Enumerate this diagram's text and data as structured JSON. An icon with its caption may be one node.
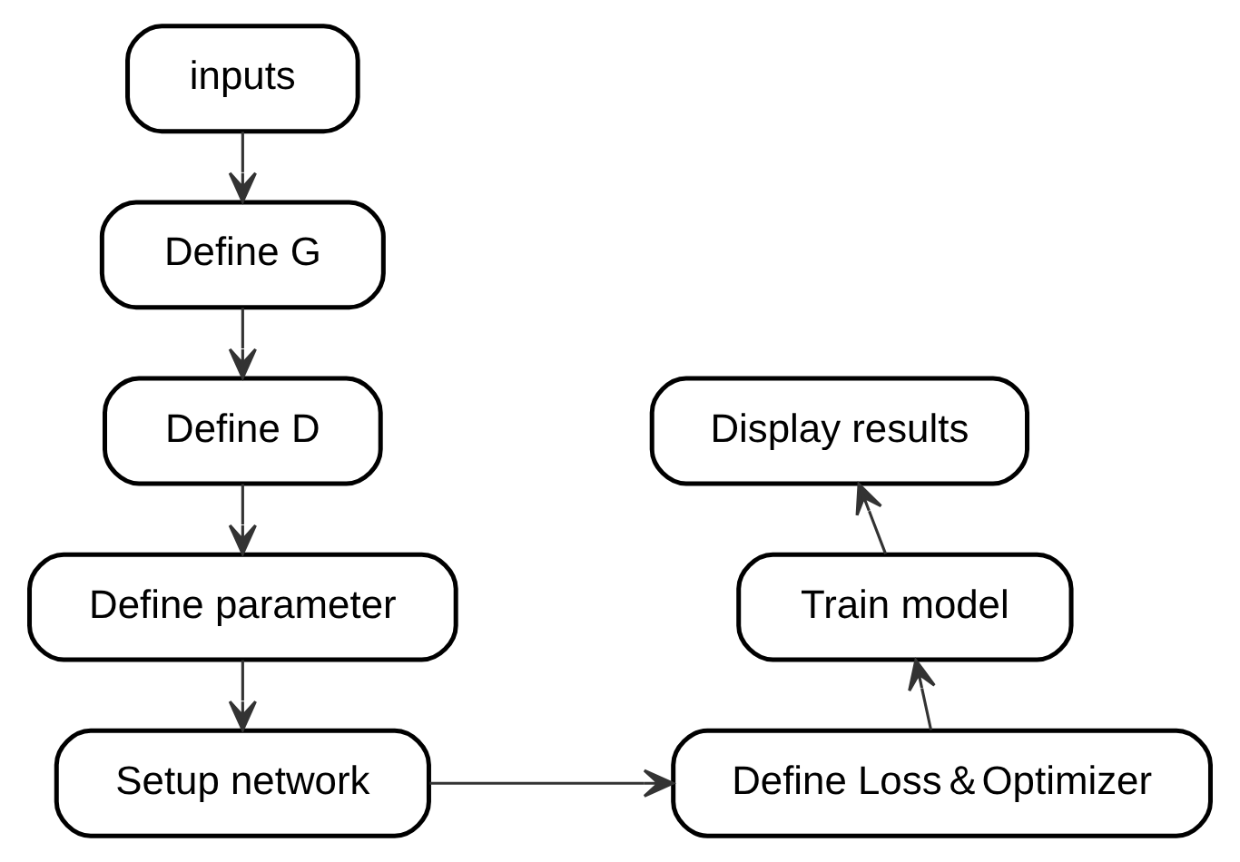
{
  "diagram": {
    "nodes": [
      {
        "text": [
          "inputs"
        ]
      },
      {
        "text": [
          "Define G"
        ]
      },
      {
        "text": [
          "Define D"
        ]
      },
      {
        "text": [
          "Define parameter"
        ]
      },
      {
        "text": [
          "Setup network"
        ]
      },
      {
        "text": [
          "Define Loss＆Optimizer"
        ]
      },
      {
        "text": [
          "Train model"
        ]
      },
      {
        "text": [
          "Display results"
        ]
      }
    ],
    "edges": [
      {
        "from": 0,
        "to": 1,
        "arrow": "to"
      },
      {
        "from": 1,
        "to": 2,
        "arrow": "to"
      },
      {
        "from": 2,
        "to": 3,
        "arrow": "to"
      },
      {
        "from": 3,
        "to": 4,
        "arrow": "to"
      },
      {
        "from": 4,
        "to": 5,
        "arrow": "to"
      },
      {
        "from": 5,
        "to": 6,
        "arrow": "to"
      },
      {
        "from": 6,
        "to": 7,
        "arrow": "to"
      }
    ]
  }
}
